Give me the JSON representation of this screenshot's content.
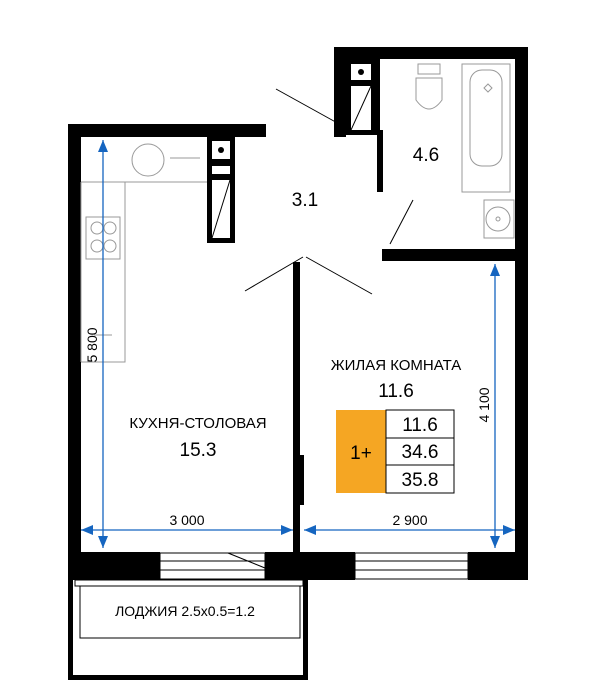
{
  "rooms": {
    "kitchen": {
      "name": "КУХНЯ-СТОЛОВАЯ",
      "area": "15.3"
    },
    "living": {
      "name": "ЖИЛАЯ КОМНАТА",
      "area": "11.6"
    },
    "hall": {
      "area": "3.1"
    },
    "bathroom": {
      "area": "4.6"
    },
    "loggia": {
      "label": "ЛОДЖИЯ 2.5x0.5=1.2"
    }
  },
  "dimensions": {
    "kitchen_width": "3 000",
    "living_width": "2 900",
    "kitchen_height": "5 800",
    "living_height": "4 100"
  },
  "summary": {
    "rooms_label": "1+",
    "living_area": "11.6",
    "total_area": "34.6",
    "total_with_loggia": "35.8",
    "badge_color": "#F5A623"
  },
  "colors": {
    "walls": "#000000",
    "dimension_lines": "#1565C0",
    "fixtures": "#999999"
  }
}
